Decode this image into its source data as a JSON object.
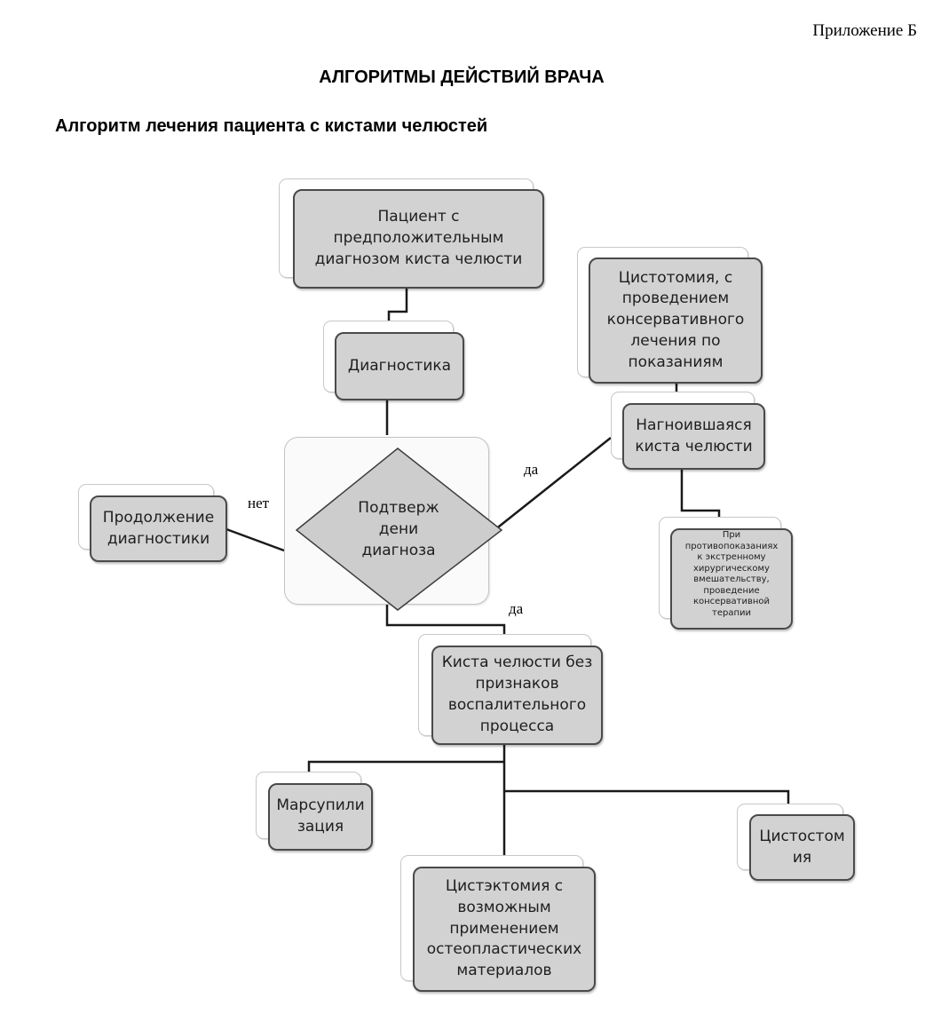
{
  "header": {
    "appendix": "Приложение Б",
    "title": "АЛГОРИТМЫ ДЕЙСТВИЙ ВРАЧА",
    "subtitle": "Алгоритм лечения пациента с кистами челюстей"
  },
  "flowchart": {
    "nodes": {
      "patient": "Пациент с\nпредположительным\nдиагнозом киста челюсти",
      "diagnostics": "Диагностика",
      "decision": "Подтверж\nдени\nдиагноза",
      "continue_diagnostics": "Продолжение\nдиагностики",
      "cystotomy_conservative": "Цистотомия, с\nпроведением\nконсервативного\nлечения по\nпоказаниям",
      "suppurated_cyst": "Нагноившаяся\nкиста челюсти",
      "contraindications": "При\nпротивопоказаниях\nк экстренному\nхирургическому\nвмешательству,\nпроведение\nконсервативной\nтерапии",
      "cyst_no_inflammation": "Киста челюсти без\nпризнаков\nвоспалительного\nпроцесса",
      "marsupialization": "Марсупили\nзация",
      "cystostomy": "Цистостом\nия",
      "cystectomy": "Цистэктомия с\nвозможным\nприменением\nостеопластических\nматериалов"
    },
    "edge_labels": {
      "no": "нет",
      "yes_right": "да",
      "yes_down": "да"
    }
  }
}
